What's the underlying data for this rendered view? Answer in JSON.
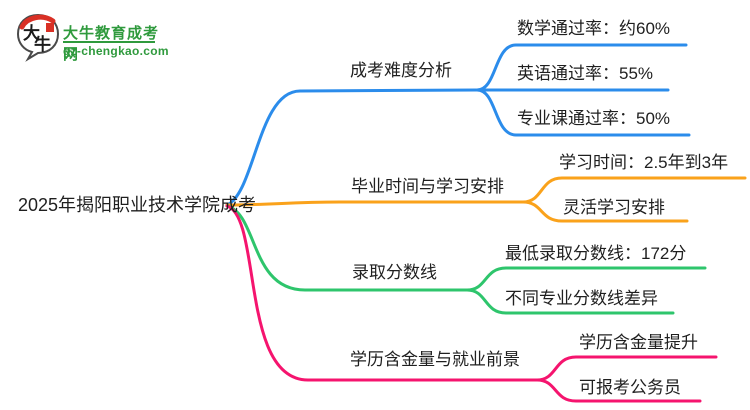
{
  "logo": {
    "icon_char_top": "大",
    "icon_char_bottom": "牛",
    "title": "大牛教育成考网",
    "domain": "gz-chengkao.com",
    "brand_green": "#2f9a3d",
    "seal_red": "#d93025"
  },
  "mindmap": {
    "root": {
      "label": "2025年揭阳职业技术学院成考"
    },
    "branches": [
      {
        "label": "成考难度分析",
        "color": "#2b8ceb",
        "children": [
          {
            "label": "数学通过率：约60%"
          },
          {
            "label": "英语通过率：55%"
          },
          {
            "label": "专业课通过率：50%"
          }
        ]
      },
      {
        "label": "毕业时间与学习安排",
        "color": "#faa21b",
        "children": [
          {
            "label": "学习时间：2.5年到3年"
          },
          {
            "label": "灵活学习安排"
          }
        ]
      },
      {
        "label": "录取分数线",
        "color": "#2ec56c",
        "children": [
          {
            "label": "最低录取分数线：172分"
          },
          {
            "label": "不同专业分数线差异"
          }
        ]
      },
      {
        "label": "学历含金量与就业前景",
        "color": "#f5146e",
        "children": [
          {
            "label": "学历含金量提升"
          },
          {
            "label": "可报考公务员"
          }
        ]
      }
    ]
  }
}
